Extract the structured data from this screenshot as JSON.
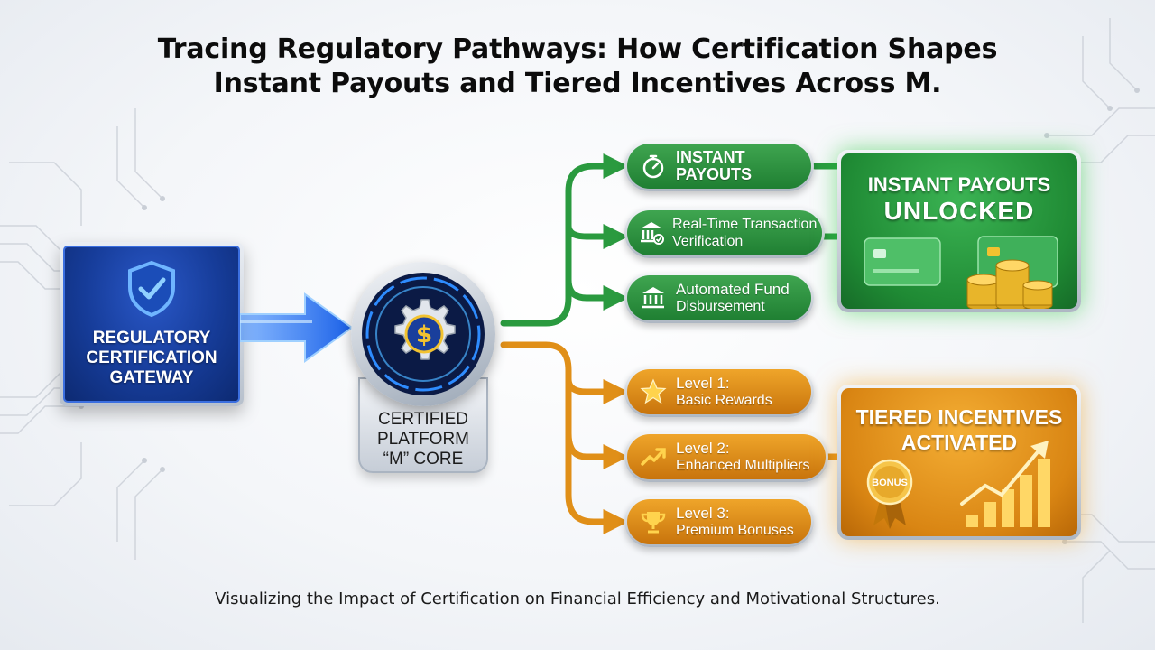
{
  "title": {
    "line1": "Tracing Regulatory Pathways: How Certification Shapes",
    "line2": "Instant Payouts and Tiered Incentives Across M."
  },
  "gateway": {
    "icon": "shield-check-icon",
    "lines": [
      "REGULATORY",
      "CERTIFICATION",
      "GATEWAY"
    ]
  },
  "core": {
    "icon": "gear-dollar-icon",
    "lines": [
      "CERTIFIED",
      "PLATFORM",
      "“M” CORE"
    ]
  },
  "payout_branch": [
    {
      "icon": "stopwatch-icon",
      "line1": "INSTANT",
      "line2": "PAYOUTS"
    },
    {
      "icon": "bank-check-icon",
      "line1": "Real-Time Transaction",
      "line2": "Verification"
    },
    {
      "icon": "bank-gear-icon",
      "line1": "Automated Fund",
      "line2": "Disbursement"
    }
  ],
  "incentive_branch": [
    {
      "icon": "star-icon",
      "line1": "Level 1:",
      "line2": "Basic Rewards"
    },
    {
      "icon": "trend-up-icon",
      "line1": "Level 2:",
      "line2": "Enhanced Multipliers"
    },
    {
      "icon": "trophy-icon",
      "line1": "Level 3:",
      "line2": "Premium Bonuses"
    }
  ],
  "payout_panel": {
    "line1": "INSTANT PAYOUTS",
    "line2": "UNLOCKED",
    "icons": [
      "credit-card-icon",
      "coin-stack-icon"
    ]
  },
  "incentive_panel": {
    "line1": "TIERED INCENTIVES",
    "line2": "ACTIVATED",
    "badge_text": "BONUS",
    "icons": [
      "bonus-badge-icon",
      "bar-growth-icon"
    ]
  },
  "subtitle": "Visualizing the Impact of Certification on Financial Efficiency and Motivational Structures.",
  "colors": {
    "blue": "#163c99",
    "green": "#2a9540",
    "orange": "#e08f18",
    "gold": "#f2c230"
  }
}
